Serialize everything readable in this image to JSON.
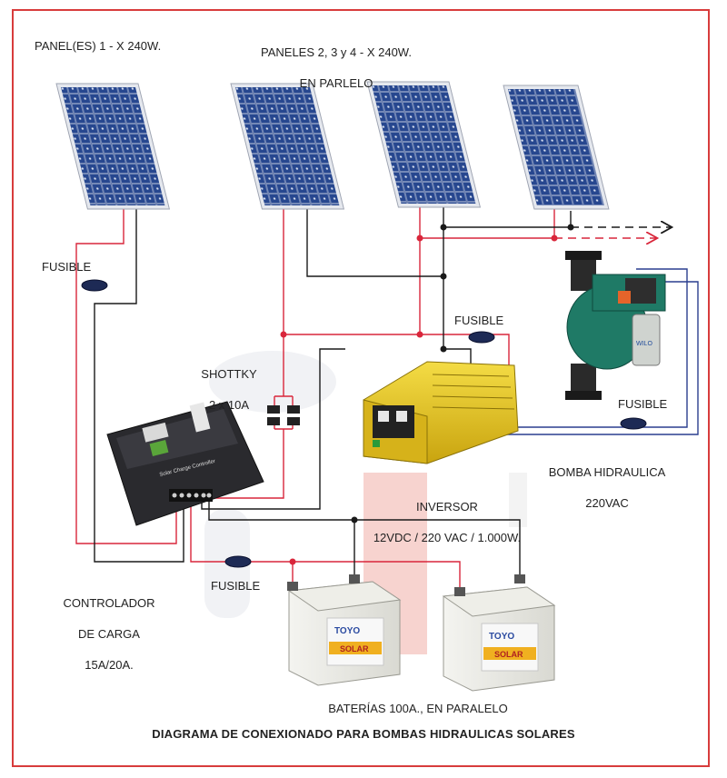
{
  "labels": {
    "panel1": "PANEL(ES) 1 - X 240W.",
    "panels234_line1": "PANELES 2, 3 y 4 - X 240W.",
    "panels234_line2": "EN PARLELO",
    "fuse_left": "FUSIBLE",
    "fuse_top": "FUSIBLE",
    "fuse_right": "FUSIBLE",
    "fuse_bottom": "FUSIBLE",
    "shottky_line1": "SHOTTKY",
    "shottky_line2": "2 x 10A",
    "inverter_line1": "INVERSOR",
    "inverter_line2": "12VDC / 220 VAC / 1.000W.",
    "pump_line1": "BOMBA HIDRAULICA",
    "pump_line2": "220VAC",
    "controller_line1": "CONTROLADOR",
    "controller_line2": "DE CARGA",
    "controller_line3": "15A/20A.",
    "batteries": "BATERÍAS 100A., EN PARALELO"
  },
  "battery_brand": {
    "line1": "TOYO",
    "line2": "SOLAR"
  },
  "title": "DIAGRAMA DE CONEXIONADO PARA BOMBAS HIDRAULICAS SOLARES",
  "colors": {
    "border": "#d83c3c",
    "wire_positive": "#d9263b",
    "wire_negative": "#1a1a1a",
    "wire_pump": "#2a3f8f",
    "panel": "#1f3a7a",
    "inverter": "#e8c81e",
    "pump": "#1f7a66",
    "controller": "#2a2a2e"
  },
  "icons": [
    "solar-panel-icon",
    "fuse-icon",
    "diode-icon",
    "charge-controller-icon",
    "inverter-icon",
    "water-pump-icon",
    "battery-icon",
    "arrow-icon"
  ]
}
